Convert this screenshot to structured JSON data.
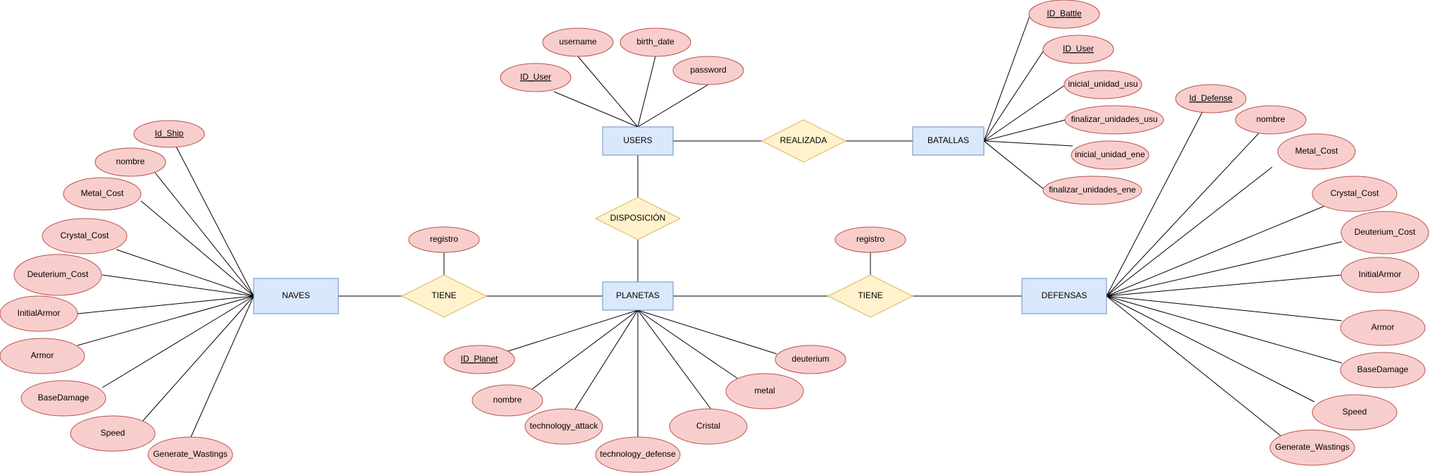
{
  "entities": {
    "users": "USERS",
    "batallas": "BATALLAS",
    "naves": "NAVES",
    "planetas": "PLANETAS",
    "defensas": "DEFENSAS"
  },
  "relationships": {
    "realizada": "REALIZADA",
    "disposicion": "DISPOSICIÓN",
    "tiene_naves": "TIENE",
    "tiene_defensas": "TIENE"
  },
  "attributes": {
    "users": {
      "id_user": "ID_User",
      "username": "username",
      "birth_date": "birth_date",
      "password": "password"
    },
    "batallas": {
      "id_battle": "ID_Battle",
      "id_user": "ID_User",
      "inicial_unidad_usu": "inicial_unidad_usu",
      "finalizar_unidades_usu": "finalizar_unidades_usu",
      "inicial_unidad_ene": "inicial_unidad_ene",
      "finalizar_unidades_ene": "finalizar_unidades_ene"
    },
    "naves": {
      "id_ship": "Id_Ship",
      "nombre": "nombre",
      "metal_cost": "Metal_Cost",
      "crystal_cost": "Crystal_Cost",
      "deuterium_cost": "Deuterium_Cost",
      "initial_armor": "InitialArmor",
      "armor": "Armor",
      "base_damage": "BaseDamage",
      "speed": "Speed",
      "generate_wastings": "Generate_Wastings"
    },
    "planetas": {
      "id_planet": "ID_Planet",
      "nombre": "nombre",
      "technology_attack": "technology_attack",
      "technology_defense": "technology_defense",
      "cristal": "Cristal",
      "metal": "metal",
      "deuterium": "deuterium"
    },
    "defensas": {
      "id_defense": "Id_Defense",
      "nombre": "nombre",
      "metal_cost": "Metal_Cost",
      "crystal_cost": "Crystal_Cost",
      "deuterium_cost": "Deuterium_Cost",
      "initial_armor": "InitialArmor",
      "armor": "Armor",
      "base_damage": "BaseDamage",
      "speed": "Speed",
      "generate_wastings": "Generate_Wastings"
    },
    "tiene_naves": {
      "registro": "registro"
    },
    "tiene_defensas": {
      "registro": "registro"
    }
  },
  "colors": {
    "entity_fill": "#dae8fc",
    "entity_stroke": "#6c8ebf",
    "relation_fill": "#fff2cc",
    "relation_stroke": "#d6b656",
    "attribute_fill": "#f8cecc",
    "attribute_stroke": "#b85450"
  }
}
